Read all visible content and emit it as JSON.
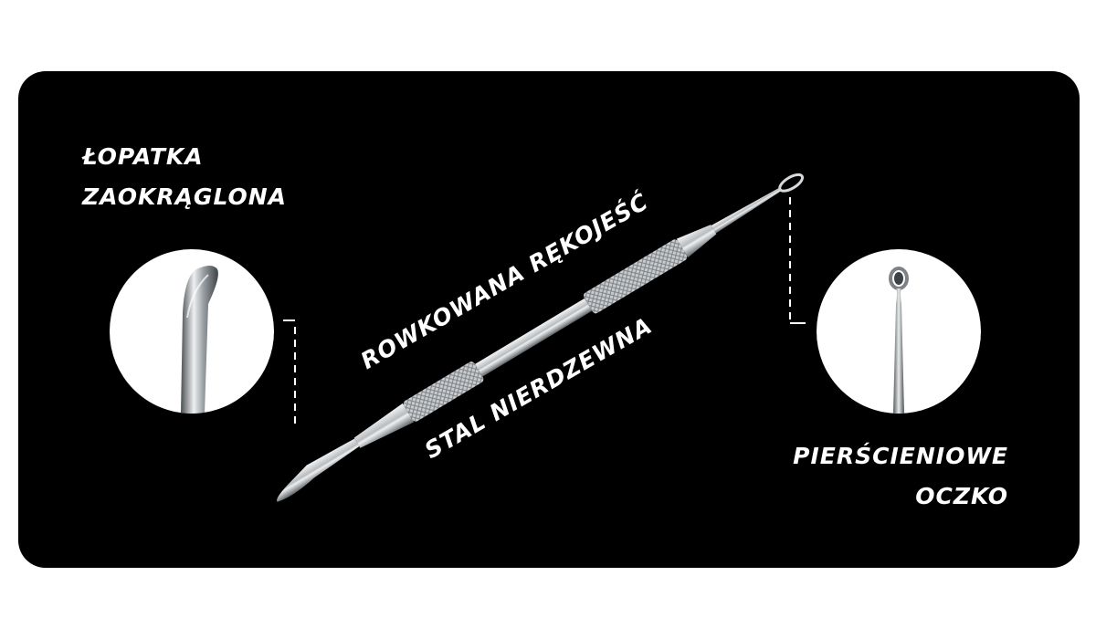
{
  "labels": {
    "left_line1": "ŁOPATKA",
    "left_line2": "ZAOKRĄGLONA",
    "right_line1": "PIERŚCIENIOWE",
    "right_line2": "OCZKO",
    "handle": "ROWKOWANA RĘKOJEŚĆ",
    "material": "STAL NIERDZEWNA"
  },
  "colors": {
    "panel_background": "#000000",
    "text": "#ffffff",
    "steel_light": "#e6e8ea",
    "steel_dark": "#6d7276"
  },
  "icons": {
    "tool": "double-ended-steel-tool",
    "left_detail": "rounded-spatula-tip",
    "right_detail": "ring-loop-tip"
  }
}
